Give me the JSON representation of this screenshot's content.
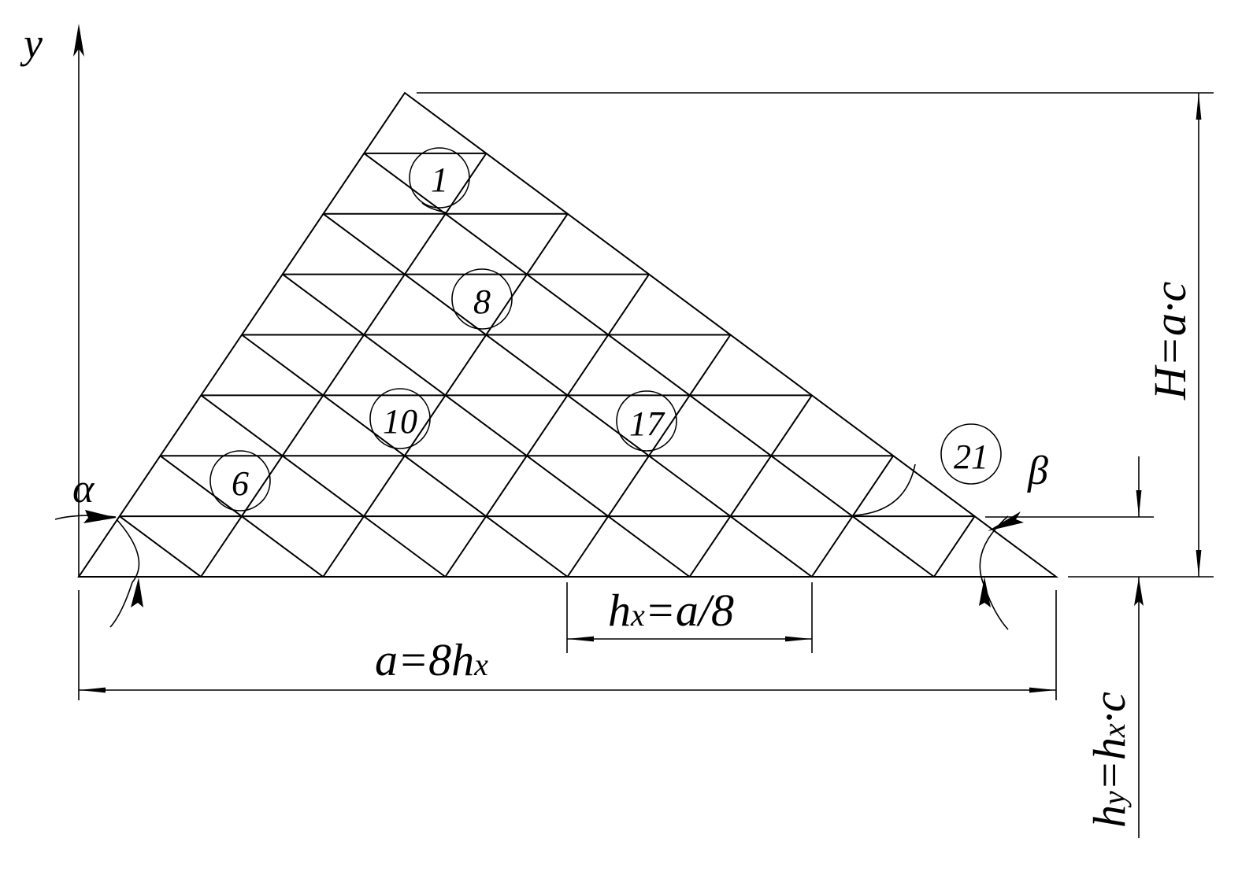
{
  "diagram": {
    "axis_y_label": "y",
    "angle_alpha": "α",
    "angle_beta": "β",
    "node_labels": [
      "1",
      "8",
      "10",
      "17",
      "6",
      "21"
    ],
    "dim_total_width": {
      "main": "a=8h",
      "sub": "x"
    },
    "dim_step_x": {
      "main": "h",
      "sub1": "x",
      "rest": "=a/8"
    },
    "dim_height": "H=a·c",
    "dim_step_y": {
      "h1": "h",
      "s1": "y",
      "mid": "=h",
      "s2": "x",
      "end": "·c"
    }
  }
}
